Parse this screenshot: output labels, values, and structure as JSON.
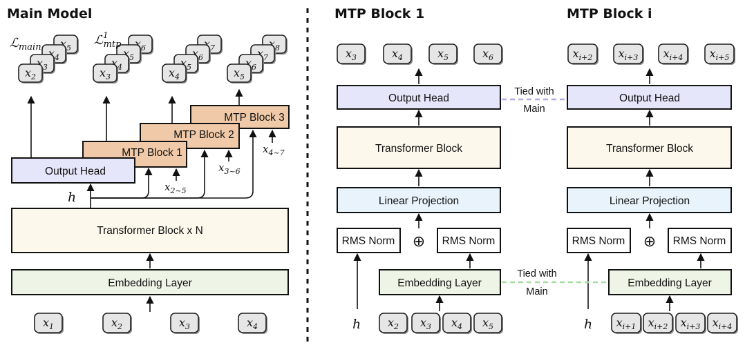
{
  "titles": {
    "main": "Main Model",
    "mtp1": "MTP Block 1",
    "mtpi": "MTP Block i"
  },
  "main_model": {
    "output_head": "Output Head",
    "transformer": "Transformer Block x N",
    "embedding": "Embedding Layer",
    "h": "h",
    "mtp_blocks": [
      "MTP Block 1",
      "MTP Block 2",
      "MTP Block 3"
    ],
    "inputs": [
      "1",
      "2",
      "3",
      "4"
    ],
    "loss_main": "ℒ",
    "loss_main_sub": "main",
    "loss_mtp": "ℒ",
    "loss_mtp_sub": "mtp",
    "loss_mtp_sup": "1",
    "range_labels": [
      {
        "sub": "2~5"
      },
      {
        "sub": "3~6"
      },
      {
        "sub": "4~7"
      }
    ],
    "stacks": [
      [
        "2",
        "3",
        "4",
        "5"
      ],
      [
        "3",
        "4",
        "5",
        "6"
      ],
      [
        "4",
        "5",
        "6",
        "7"
      ],
      [
        "5",
        "6",
        "7",
        "8"
      ]
    ]
  },
  "mtp1": {
    "outputs": [
      "3",
      "4",
      "5",
      "6"
    ],
    "output_head": "Output Head",
    "transformer": "Transformer Block",
    "linear": "Linear Projection",
    "rms_left": "RMS Norm",
    "rms_right": "RMS Norm",
    "embedding": "Embedding Layer",
    "h": "h",
    "inputs": [
      "2",
      "3",
      "4",
      "5"
    ]
  },
  "mtpi": {
    "outputs": [
      "i+2",
      "i+3",
      "i+4",
      "i+5"
    ],
    "output_head": "Output Head",
    "transformer": "Transformer Block",
    "linear": "Linear Projection",
    "rms_left": "RMS Norm",
    "rms_right": "RMS Norm",
    "embedding": "Embedding Layer",
    "h": "h",
    "inputs": [
      "i+1",
      "i+2",
      "i+3",
      "i+4"
    ]
  },
  "tied_top": [
    "Tied with",
    "Main"
  ],
  "tied_bottom": [
    "Tied with",
    "Main"
  ],
  "token_letter": "x",
  "plus_symbol": "⊕",
  "colors": {
    "output_head": "#e6e6fa",
    "transformer": "#fdf8ec",
    "linear": "#e8f3fb",
    "embedding": "#eef4e6",
    "mtp_block": "#efc9a8",
    "token": "#e6e6e6",
    "tied_top_line": "#b8a9e8",
    "tied_bottom_line": "#a6dca0"
  }
}
